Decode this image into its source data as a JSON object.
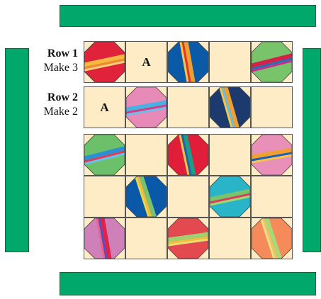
{
  "rows": [
    {
      "title": "Row 1",
      "subtitle": "Make 3"
    },
    {
      "title": "Row 2",
      "subtitle": "Make 2"
    }
  ],
  "block_letter": "A",
  "colors": {
    "border_green": "#00a86b",
    "background_cream": "#fdecc5"
  },
  "grid": [
    [
      "red-yellow",
      "A",
      "blue-orange",
      "plain",
      "green-red"
    ],
    [
      "A",
      "pink-blue",
      "plain",
      "navy-orange",
      "plain"
    ],
    [
      "green-blue",
      "plain",
      "red-teal",
      "plain",
      "pink-blue-orange"
    ],
    [
      "plain",
      "blue-green",
      "plain",
      "teal-green",
      "plain"
    ],
    [
      "violet-red",
      "plain",
      "coral-green",
      "plain",
      "salmon-green"
    ]
  ]
}
